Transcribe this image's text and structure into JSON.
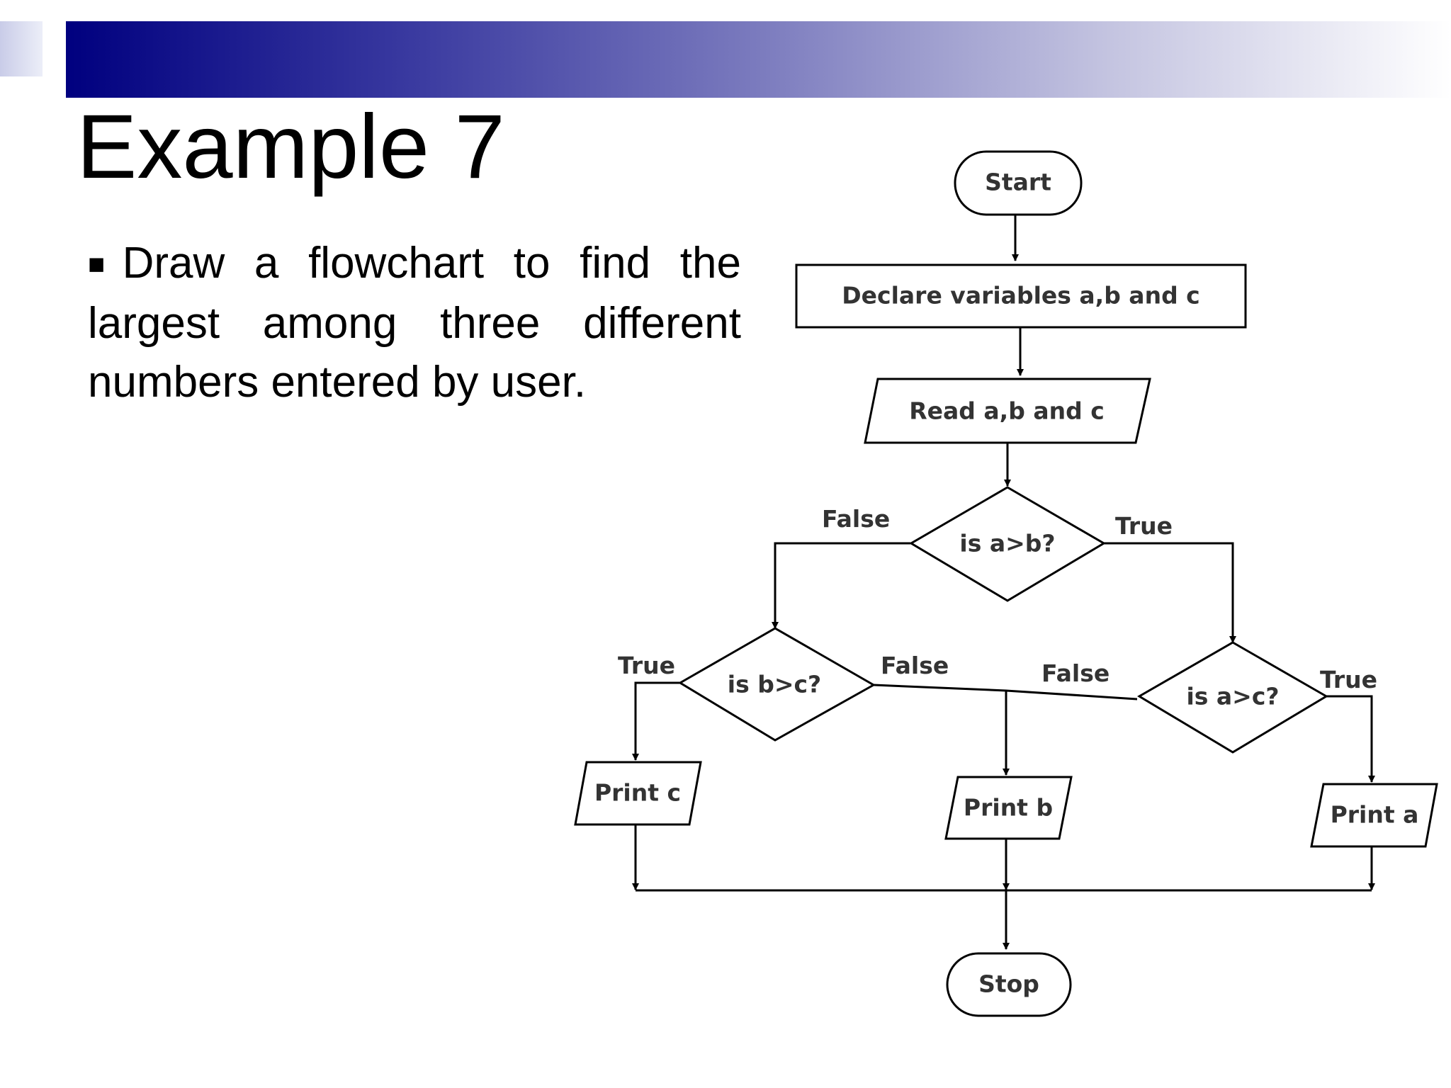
{
  "slide": {
    "title": "Example 7",
    "bullet_glyph": "■",
    "bullet_text": "Draw a flowchart to find the largest among three different numbers entered by user."
  },
  "flowchart": {
    "start": "Start",
    "declare": "Declare variables a,b and c",
    "read": "Read a,b and c",
    "decision_ab": "is a>b?",
    "decision_bc": "is b>c?",
    "decision_ac": "is a>c?",
    "print_c": "Print c",
    "print_b": "Print b",
    "print_a": "Print a",
    "stop": "Stop",
    "labels": {
      "ab_false": "False",
      "ab_true": "True",
      "bc_true": "True",
      "bc_false": "False",
      "ac_false": "False",
      "ac_true": "True"
    }
  },
  "colors": {
    "header_start": "#00007f",
    "header_end": "#ffffff",
    "text": "#000000",
    "diagram_text": "#333333"
  }
}
